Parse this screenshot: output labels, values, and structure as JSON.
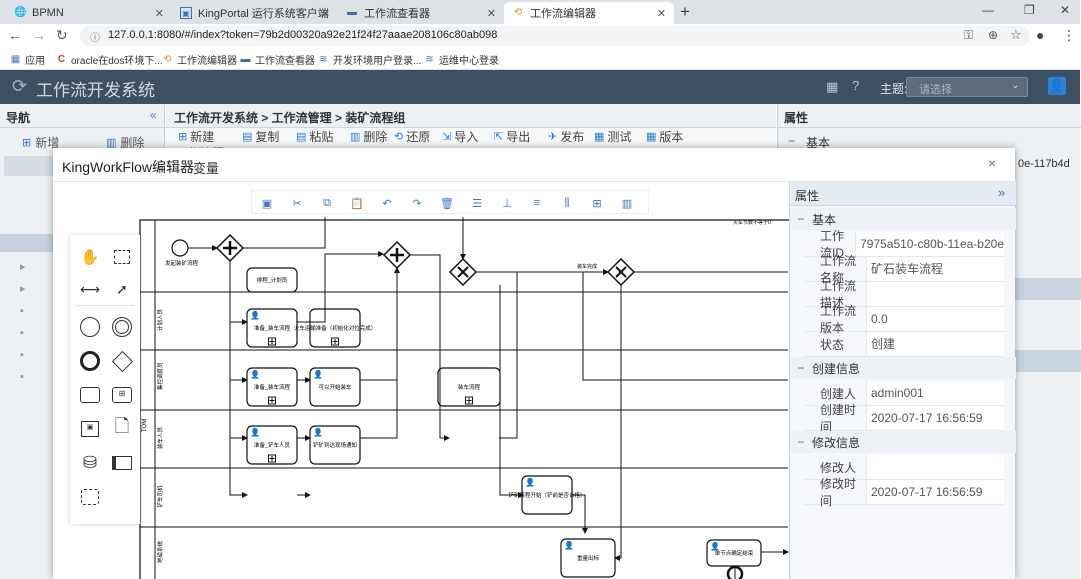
{
  "browser": {
    "tabs": [
      {
        "label": "BPMN",
        "icon": "globe-icon"
      },
      {
        "label": "KingPortal 运行系统客户端",
        "icon": "portal-icon"
      },
      {
        "label": "工作流查看器",
        "icon": "monitor-icon"
      },
      {
        "label": "工作流编辑器",
        "icon": "workflow-icon"
      }
    ],
    "url": "127.0.0.1:8080/#/index?token=79b2d00320a92e21f24f27aaae208106c80ab098",
    "bookmarks": [
      "应用",
      "oracle在dos环境下...",
      "工作流编辑器",
      "工作流查看器",
      "开发环境用户登录...",
      "运维中心登录"
    ]
  },
  "app": {
    "title": "工作流开发系统",
    "theme_label": "主题:",
    "theme_placeholder": "请选择",
    "nav_title": "导航",
    "nav_new": "新增",
    "nav_delete": "删除",
    "breadcrumb": "工作流开发系统 > 工作流管理 > 装矿流程组",
    "toolbar": [
      "新建",
      "复制",
      "粘贴",
      "删除",
      "还原",
      "导入",
      "导出",
      "发布",
      "测试",
      "版本"
    ],
    "toolbar_partial": "工作流程",
    "right_title": "属性",
    "right_basic": "基本",
    "right_partial": "0e-117b4d"
  },
  "modal": {
    "title": "KingWorkFlow编辑器",
    "tab": "变量",
    "close": "×"
  },
  "props": {
    "title": "属性",
    "sections": [
      {
        "name": "基本",
        "rows": [
          {
            "k": "工作流ID",
            "v": "7975a510-c80b-11ea-b20e"
          },
          {
            "k": "工作流名称",
            "v": "矿石装车流程"
          },
          {
            "k": "工作流描述",
            "v": ""
          },
          {
            "k": "工作流版本",
            "v": "0.0"
          },
          {
            "k": "状态",
            "v": "创建"
          }
        ]
      },
      {
        "name": "创建信息",
        "rows": [
          {
            "k": "创建人",
            "v": "admin001"
          },
          {
            "k": "创建时间",
            "v": "2020-07-17 16:56:59"
          }
        ]
      },
      {
        "name": "修改信息",
        "rows": [
          {
            "k": "修改人",
            "v": ""
          },
          {
            "k": "修改时间",
            "v": "2020-07-17 16:56:59"
          }
        ]
      }
    ]
  },
  "diagram": {
    "pool_label": "TOM",
    "lanes": [
      "计划人员",
      "集控调度员",
      "装车人员",
      "铲车司机",
      "地磅系统"
    ],
    "start_label": "发起装矿流程",
    "tasks": [
      "排程_计划员",
      "准备_装车流程",
      "火车运输准备（初始化对位完成）",
      "准备_装车流程",
      "可以开始装车",
      "装车流程",
      "准备_铲车人员",
      "铲矿到达现场通知",
      "铲矿流程开始（铲前是否合格）",
      "重量出标",
      "单节点确定结束"
    ],
    "edge_labels": [
      "火车节数不等于0",
      "装车完成"
    ]
  }
}
